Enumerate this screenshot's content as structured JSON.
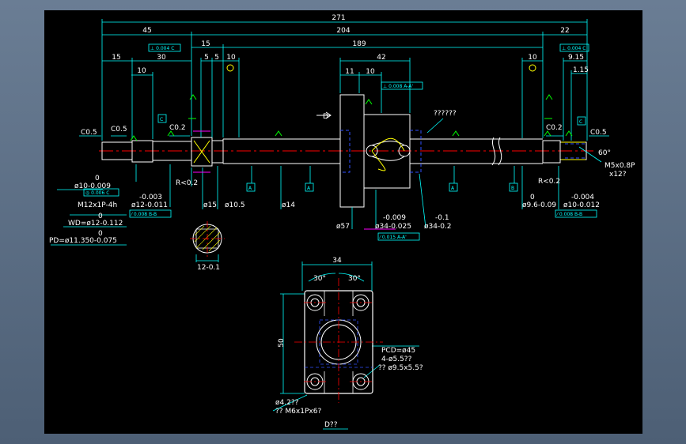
{
  "colors": {
    "background": "#000000",
    "outline": "#ffffff",
    "dimension": "#00ffff",
    "center": "#ff0000",
    "green": "#00ff00",
    "hidden": "#0000ff",
    "magenta": "#ff00ff",
    "yellow": "#ffff00"
  },
  "dimensions": {
    "overall": "271",
    "left_45": "45",
    "mid_204": "204",
    "right_22": "22",
    "d15": "15",
    "d189": "189",
    "l15": "15",
    "l30": "30",
    "d5a": "5",
    "d5b": "5",
    "d10a": "10",
    "d42": "42",
    "d11": "11",
    "d10b": "10",
    "d10c": "10",
    "d10left": "10",
    "r915": "9.15",
    "r115": "1.15",
    "view_34": "34",
    "view_50": "50",
    "angle_l": "30°",
    "angle_r": "30°",
    "dia_d": "D",
    "d12": "12-0.1"
  },
  "callouts": {
    "c05_left": "C0.5",
    "c05_left2": "C0.5",
    "c02_left": "C0.2",
    "c02_right": "C0.2",
    "c05_right": "C0.5",
    "angle_60": "60°",
    "m5": "M5x0.8P",
    "m5b": "x12?",
    "r02_left": "R<0.2",
    "r02_right": "R<0.2",
    "q_marks": "??????",
    "tol_10": "0",
    "phi10": "ø10-0.009",
    "m12": "M12x1P-4h",
    "tol_12a": "-0.003",
    "phi12": "ø12-0.011",
    "wd0": "0",
    "wd": "WD=ø12-0.112",
    "pd0": "0",
    "pd": "PD=ø11.350-0.075",
    "phi15": "ø15",
    "phi105": "ø10.5",
    "phi14": "ø14",
    "phi57": "ø57",
    "tol_34a": "-0.009",
    "phi34a": "ø34-0.025",
    "tol_34b": "-0.1",
    "phi34b": "ø34-0.2",
    "tol_96": "0",
    "phi96": "ø9.6-0.09",
    "tol_10b": "-0.004",
    "phi10b": "ø10-0.012",
    "pcd": "PCD=ø45",
    "holes": "4-ø5.5??",
    "counter": "?? ø9.5x5.5?",
    "phi42": "ø4.2??",
    "m6": "?? M6x1Px6?",
    "view_title": "D??"
  },
  "frames": {
    "perp_left": "⊥ 0.004 C",
    "perp_right": "⊥ 0.004 C",
    "perp_nut": "⊥ 0.008 A-A'",
    "circ_left": "◎ 0.006 C",
    "slope_left": "⁄ 0.008 B-B",
    "slope_nut": "⁄ 0.015 A-A'",
    "slope_right": "⁄ 0.008 B-B"
  },
  "datums": {
    "A1": "A",
    "A2": "A",
    "A3": "A",
    "C_left": "C",
    "C_right": "C",
    "B": "B"
  }
}
